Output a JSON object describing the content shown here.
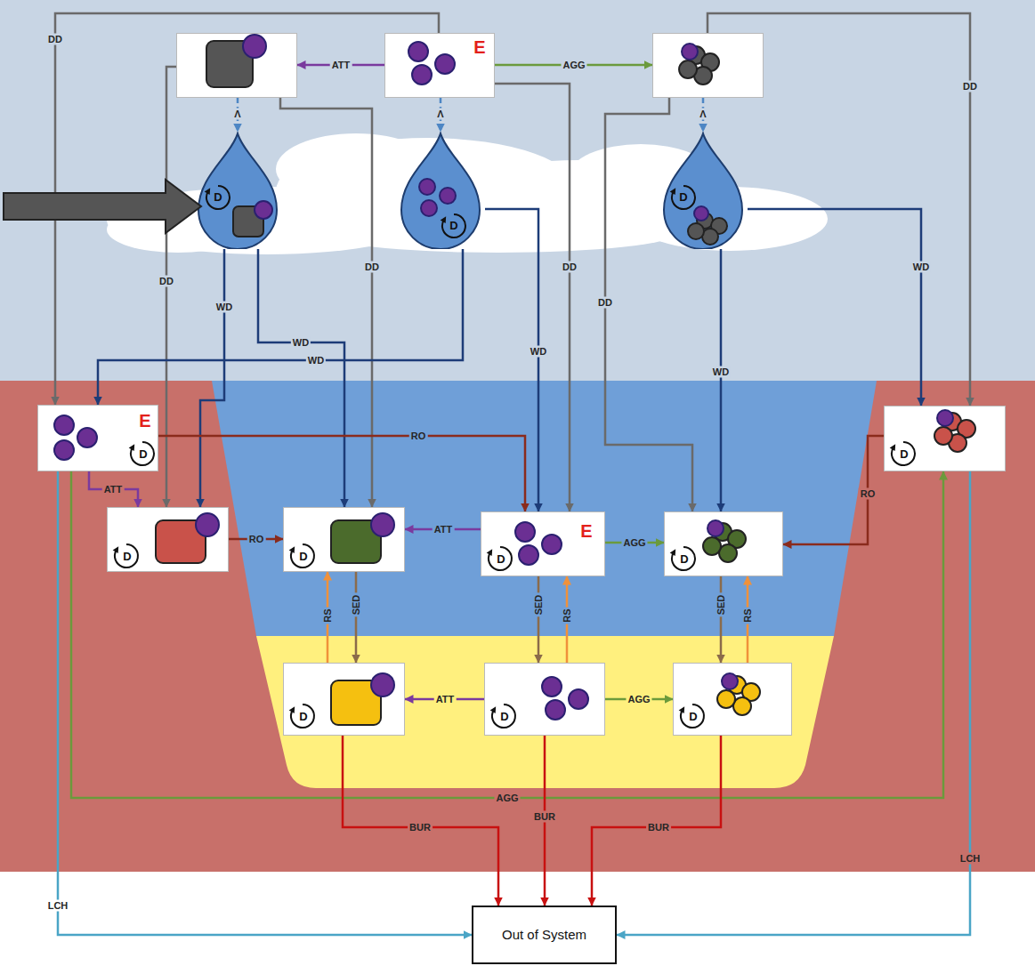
{
  "diagram": {
    "nodes": [
      {
        "text": []
      },
      {
        "text": [
          "E"
        ]
      },
      {
        "text": []
      },
      {
        "text": [
          "D"
        ]
      },
      {
        "text": [
          "D"
        ]
      },
      {
        "text": [
          "D"
        ]
      },
      {
        "text": [
          "E",
          "D"
        ]
      },
      {
        "text": [
          "D"
        ]
      },
      {
        "text": [
          "D"
        ]
      },
      {
        "text": [
          "E",
          "D"
        ]
      },
      {
        "text": [
          "D"
        ]
      },
      {
        "text": [
          "D"
        ]
      },
      {
        "text": [
          "D"
        ]
      },
      {
        "text": [
          "D"
        ]
      },
      {
        "text": [
          "D"
        ]
      },
      {
        "text": [
          "Out of System"
        ]
      }
    ],
    "edges": [
      {
        "from": 1,
        "to": 0,
        "label": "ATT",
        "arrow": "to"
      },
      {
        "from": 1,
        "to": 2,
        "label": "AGG",
        "arrow": "to"
      },
      {
        "from": 0,
        "to": 3,
        "label": "Λ",
        "arrow": "to"
      },
      {
        "from": 1,
        "to": 4,
        "label": "Λ",
        "arrow": "to"
      },
      {
        "from": 2,
        "to": 5,
        "label": "Λ",
        "arrow": "to"
      },
      {
        "from": 1,
        "to": 6,
        "label": "DD",
        "arrow": "to"
      },
      {
        "from": 2,
        "to": 11,
        "label": "DD",
        "arrow": "to"
      },
      {
        "from": 0,
        "to": 7,
        "label": "DD",
        "arrow": "to"
      },
      {
        "from": 0,
        "to": 8,
        "label": "DD",
        "arrow": "to"
      },
      {
        "from": 1,
        "to": 9,
        "label": "DD",
        "arrow": "to"
      },
      {
        "from": 2,
        "to": 10,
        "label": "DD",
        "arrow": "to"
      },
      {
        "from": 3,
        "to": 7,
        "label": "WD",
        "arrow": "to"
      },
      {
        "from": 3,
        "to": 8,
        "label": "WD",
        "arrow": "to"
      },
      {
        "from": 4,
        "to": 6,
        "label": "WD",
        "arrow": "to"
      },
      {
        "from": 4,
        "to": 9,
        "label": "WD",
        "arrow": "to"
      },
      {
        "from": 5,
        "to": 10,
        "label": "WD",
        "arrow": "to"
      },
      {
        "from": 5,
        "to": 11,
        "label": "WD",
        "arrow": "to"
      },
      {
        "from": 6,
        "to": 7,
        "label": "ATT",
        "arrow": "to"
      },
      {
        "from": 6,
        "to": 9,
        "label": "RO",
        "arrow": "to"
      },
      {
        "from": 7,
        "to": 8,
        "label": "RO",
        "arrow": "to"
      },
      {
        "from": 11,
        "to": 10,
        "label": "RO",
        "arrow": "to"
      },
      {
        "from": 9,
        "to": 8,
        "label": "ATT",
        "arrow": "to"
      },
      {
        "from": 9,
        "to": 10,
        "label": "AGG",
        "arrow": "to"
      },
      {
        "from": 6,
        "to": 11,
        "label": "AGG",
        "arrow": "to"
      },
      {
        "from": 8,
        "to": 12,
        "label": "SED",
        "arrow": "to"
      },
      {
        "from": 12,
        "to": 8,
        "label": "RS",
        "arrow": "to"
      },
      {
        "from": 9,
        "to": 13,
        "label": "SED",
        "arrow": "to"
      },
      {
        "from": 13,
        "to": 9,
        "label": "RS",
        "arrow": "to"
      },
      {
        "from": 10,
        "to": 14,
        "label": "SED",
        "arrow": "to"
      },
      {
        "from": 14,
        "to": 10,
        "label": "RS",
        "arrow": "to"
      },
      {
        "from": 13,
        "to": 12,
        "label": "ATT",
        "arrow": "to"
      },
      {
        "from": 13,
        "to": 14,
        "label": "AGG",
        "arrow": "to"
      },
      {
        "from": 12,
        "to": 15,
        "label": "BUR",
        "arrow": "to"
      },
      {
        "from": 13,
        "to": 15,
        "label": "BUR",
        "arrow": "to"
      },
      {
        "from": 14,
        "to": 15,
        "label": "BUR",
        "arrow": "to"
      },
      {
        "from": 6,
        "to": 15,
        "label": "LCH",
        "arrow": "to"
      },
      {
        "from": 11,
        "to": 15,
        "label": "LCH",
        "arrow": "to"
      }
    ]
  }
}
